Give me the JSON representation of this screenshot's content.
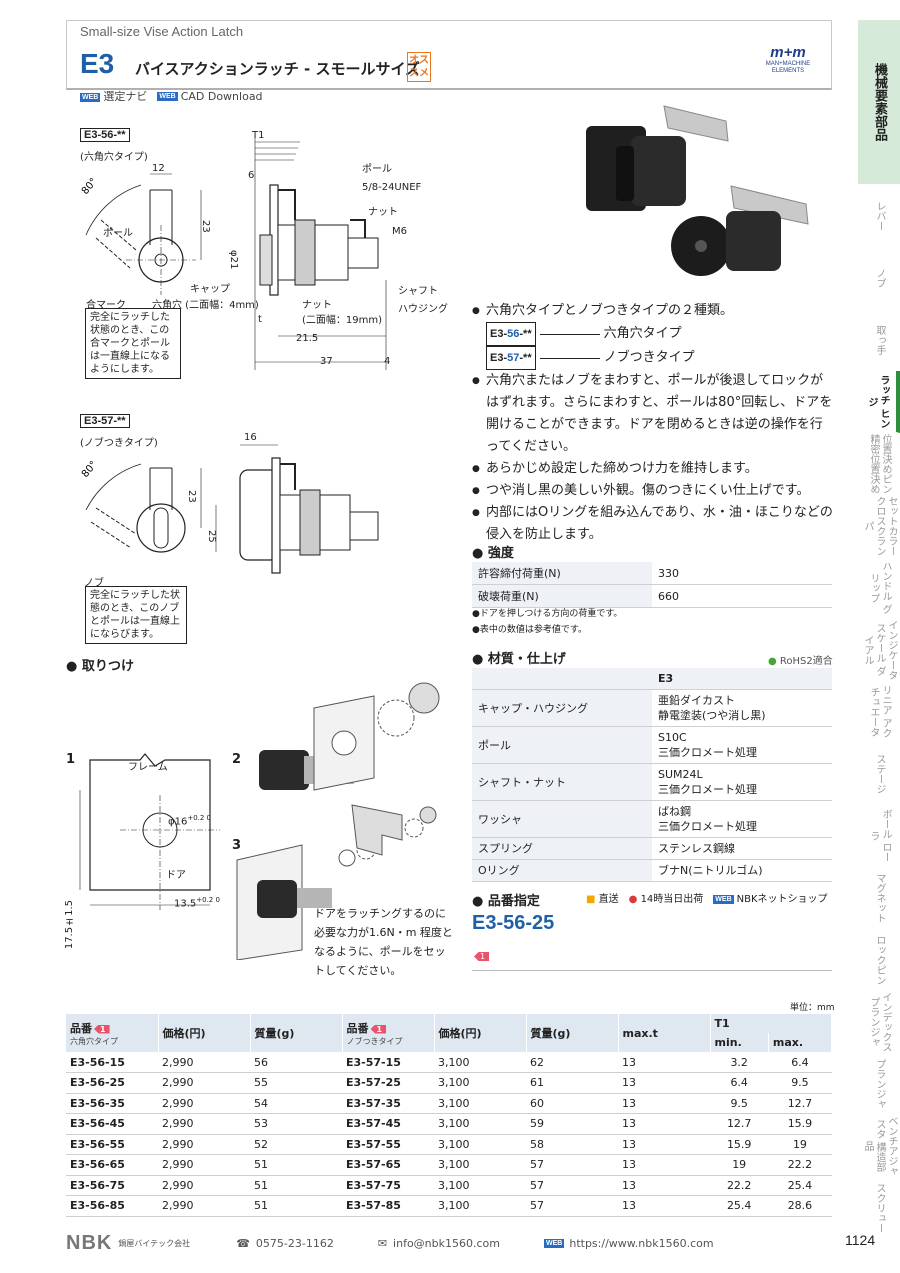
{
  "header": {
    "subtitle": "Small-size Vise Action Latch",
    "code": "E3",
    "title": "バイスアクションラッチ - スモールサイズ",
    "recommend": "オス\nスメ",
    "brand": "MAN+MACHINE ELEMENTS",
    "link_select": "選定ナビ",
    "link_cad": "CAD Download",
    "web_badge": "WEB"
  },
  "sidebar": [
    {
      "label": "機械要素部品",
      "active": true
    },
    {
      "label": "レバー"
    },
    {
      "label": "ノブ"
    },
    {
      "label": "取っ手"
    },
    {
      "label": "ラッチ ヒンジ",
      "highlight": true
    },
    {
      "label": "位置決めピン 精密位置決め"
    },
    {
      "label": "セットカラー クロスクランパ"
    },
    {
      "label": "ハンドル グリップ"
    },
    {
      "label": "インジケータ スケール ダイアル"
    },
    {
      "label": "リニア アクチュエータ"
    },
    {
      "label": "ステージ"
    },
    {
      "label": "ボール ローラ"
    },
    {
      "label": "マグネット"
    },
    {
      "label": "ロックピン"
    },
    {
      "label": "インデックス プランジャ"
    },
    {
      "label": "プランジャ"
    },
    {
      "label": "ベンチアジャスタ 構造部品"
    },
    {
      "label": "スクリュー"
    }
  ],
  "drawing1": {
    "code": "E3-56-**",
    "type": "(六角穴タイプ)",
    "angle": "80°",
    "dim_12": "12",
    "dim_23": "23",
    "pawl": "ポール",
    "cap": "キャップ",
    "mark": "合マーク",
    "hex": "六角穴 (二面幅：4mm)",
    "note": "完全にラッチした状態のとき、この合マークとポールは一直線上になるようにします。",
    "t1": "T1",
    "dim_6": "6",
    "thread": "5/8-24UNEF",
    "nut_label": "ナット",
    "m6": "M6",
    "phi21": "φ21",
    "shaft": "シャフト",
    "nut2": "ナット\n(二面幅：19mm)",
    "housing": "ハウジング",
    "t": "t",
    "dim_215": "21.5",
    "dim_37": "37",
    "dim_4": "4"
  },
  "drawing2": {
    "code": "E3-57-**",
    "type": "(ノブつきタイプ)",
    "angle": "80°",
    "dim_23": "23",
    "dim_16": "16",
    "dim_25": "25",
    "knob": "ノブ",
    "note": "完全にラッチした状態のとき、このノブとポールは一直線上にならびます。"
  },
  "mount": {
    "title": "取りつけ",
    "frame": "フレーム",
    "phi16": "φ16",
    "tol16": "+0.2 0",
    "door": "ドア",
    "dim_175": "17.5±1.5",
    "dim_135": "13.5",
    "tol135": "+0.2 0",
    "step1": "1",
    "step2": "2",
    "step3": "3",
    "note": "ドアをラッチングするのに必要な力が1.6N・m 程度となるように、ポールをセットしてください。"
  },
  "features": {
    "intro": "六角穴タイプとノブつきタイプの２種類。",
    "variants": [
      {
        "prefix": "E3-",
        "num": "56",
        "suffix": "-**",
        "label": "六角穴タイプ"
      },
      {
        "prefix": "E3-",
        "num": "57",
        "suffix": "-**",
        "label": "ノブつきタイプ"
      }
    ],
    "items": [
      "六角穴またはノブをまわすと、ポールが後退してロックがはずれます。さらにまわすと、ポールは80°回転し、ドアを開けることができます。ドアを閉めるときは逆の操作を行ってください。",
      "あらかじめ設定した締めつけ力を維持します。",
      "つや消し黒の美しい外観。傷のつきにくい仕上げです。",
      "内部にはOリングを組み込んであり、水・油・ほこりなどの侵入を防止します。"
    ]
  },
  "strength": {
    "title": "強度",
    "rows": [
      {
        "k": "許容締付荷重(N)",
        "v": "330"
      },
      {
        "k": "破壊荷重(N)",
        "v": "660"
      }
    ],
    "notes": [
      "●ドアを押しつける方向の荷重です。",
      "●表中の数値は参考値です。"
    ]
  },
  "material": {
    "title": "材質・仕上げ",
    "rohs": "RoHS2適合",
    "header": "E3",
    "rows": [
      {
        "k": "キャップ・ハウジング",
        "v1": "亜鉛ダイカスト",
        "v2": "静電塗装(つや消し黒)"
      },
      {
        "k": "ポール",
        "v1": "S10C",
        "v2": "三価クロメート処理"
      },
      {
        "k": "シャフト・ナット",
        "v1": "SUM24L",
        "v2": "三価クロメート処理"
      },
      {
        "k": "ワッシャ",
        "v1": "ばね鋼",
        "v2": "三価クロメート処理"
      },
      {
        "k": "スプリング",
        "v1": "ステンレス鋼線",
        "v2": ""
      },
      {
        "k": "Oリング",
        "v1": "ブナN(ニトリルゴム)",
        "v2": ""
      }
    ]
  },
  "order": {
    "title": "品番指定",
    "direct": "直送",
    "same_day": "14時当日出荷",
    "shop": "NBKネットショップ",
    "example": "E3-56-25",
    "tag": "1"
  },
  "price_table": {
    "unit": "単位：mm",
    "h_code": "品番",
    "h_code_sub1": "六角穴タイプ",
    "h_code_sub2": "ノブつきタイプ",
    "h_price": "価格(円)",
    "h_mass": "質量(g)",
    "h_maxt": "max.t",
    "h_t1": "T1",
    "h_min": "min.",
    "h_max": "max.",
    "rows": [
      {
        "c1": "E3-56-15",
        "p1": "2,990",
        "m1": "56",
        "c2": "E3-57-15",
        "p2": "3,100",
        "m2": "62",
        "t": "13",
        "min": "3.2",
        "max": "6.4"
      },
      {
        "c1": "E3-56-25",
        "p1": "2,990",
        "m1": "55",
        "c2": "E3-57-25",
        "p2": "3,100",
        "m2": "61",
        "t": "13",
        "min": "6.4",
        "max": "9.5"
      },
      {
        "c1": "E3-56-35",
        "p1": "2,990",
        "m1": "54",
        "c2": "E3-57-35",
        "p2": "3,100",
        "m2": "60",
        "t": "13",
        "min": "9.5",
        "max": "12.7"
      },
      {
        "c1": "E3-56-45",
        "p1": "2,990",
        "m1": "53",
        "c2": "E3-57-45",
        "p2": "3,100",
        "m2": "59",
        "t": "13",
        "min": "12.7",
        "max": "15.9"
      },
      {
        "c1": "E3-56-55",
        "p1": "2,990",
        "m1": "52",
        "c2": "E3-57-55",
        "p2": "3,100",
        "m2": "58",
        "t": "13",
        "min": "15.9",
        "max": "19"
      },
      {
        "c1": "E3-56-65",
        "p1": "2,990",
        "m1": "51",
        "c2": "E3-57-65",
        "p2": "3,100",
        "m2": "57",
        "t": "13",
        "min": "19",
        "max": "22.2"
      },
      {
        "c1": "E3-56-75",
        "p1": "2,990",
        "m1": "51",
        "c2": "E3-57-75",
        "p2": "3,100",
        "m2": "57",
        "t": "13",
        "min": "22.2",
        "max": "25.4"
      },
      {
        "c1": "E3-56-85",
        "p1": "2,990",
        "m1": "51",
        "c2": "E3-57-85",
        "p2": "3,100",
        "m2": "57",
        "t": "13",
        "min": "25.4",
        "max": "28.6"
      }
    ]
  },
  "footer": {
    "logo": "NBK",
    "company": "鍋屋バイテック会社",
    "phone": "0575-23-1162",
    "email": "info@nbk1560.com",
    "url": "https://www.nbk1560.com",
    "page": "1124"
  }
}
